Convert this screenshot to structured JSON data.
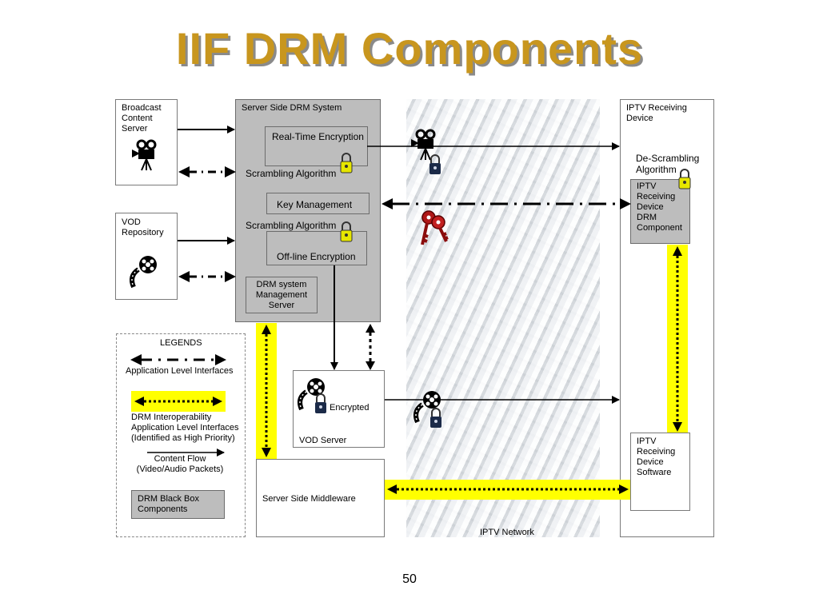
{
  "title": "IIF DRM Components",
  "page_number": "50",
  "blocks": {
    "broadcast": "Broadcast\nContent\nServer",
    "vod_repository": "VOD\nRepository",
    "server_side_drm": "Server Side DRM System",
    "real_time_encryption": "Real-Time Encryption",
    "scrambling_algorithm_1": "Scrambling Algorithm",
    "key_management": "Key Management",
    "scrambling_algorithm_2": "Scrambling Algorithm",
    "offline_encryption": "Off-line Encryption",
    "drm_mgmt_server": "DRM system\nManagement\nServer",
    "iptv_receiving_device": "IPTV Receiving\nDevice",
    "descrambling": "De-Scrambling\nAlgorithm",
    "iptv_drm_component": "IPTV\nReceiving\nDevice\nDRM\nComponent",
    "vod_server": "VOD Server",
    "encrypted": "Encrypted",
    "server_side_middleware": "Server Side Middleware",
    "iptv_device_software": "IPTV\nReceiving\nDevice\nSoftware",
    "iptv_network": "IPTV Network"
  },
  "legend": {
    "title": "LEGENDS",
    "app_level": "Application Level Interfaces",
    "drm_interop": "DRM Interoperability\nApplication Level Interfaces\n(Identified as High Priority)",
    "content_flow": "Content Flow\n(Video/Audio Packets)",
    "black_box": "DRM Black Box\nComponents"
  },
  "icons": [
    "camera-icon",
    "film-reel-icon",
    "lock-icon",
    "keys-icon"
  ],
  "colors": {
    "title": "#c8961e",
    "drm_interop_band": "#ffff00",
    "black_box": "#bdbdbd"
  }
}
